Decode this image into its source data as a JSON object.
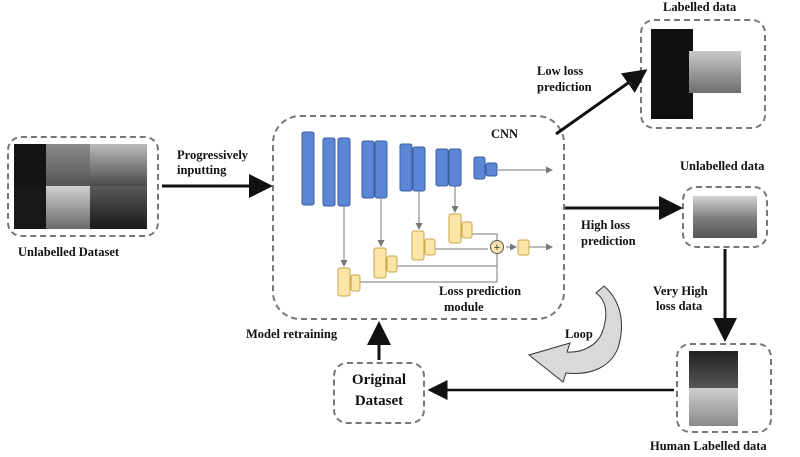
{
  "labels": {
    "unlabelled_dataset": "Unlabelled Dataset",
    "progressively_1": "Progressively",
    "progressively_2": "inputting",
    "cnn": "CNN",
    "loss_module_1": "Loss prediction",
    "loss_module_2": "module",
    "model_retraining": "Model retraining",
    "original_1": "Original",
    "original_2": "Dataset",
    "low_loss_1": "Low loss",
    "low_loss_2": "prediction",
    "labelled_data": "Labelled data",
    "unlabelled_data": "Unlabelled data",
    "high_loss_1": "High loss",
    "high_loss_2": "prediction",
    "very_high_1": "Very High",
    "very_high_2": "loss data",
    "human_labelled": "Human Labelled data",
    "loop": "Loop",
    "plus": "+"
  },
  "colors": {
    "cnn_block": "#5b87d6",
    "loss_block": "#fbe6a8",
    "dash": "#777777",
    "arrow": "#111111"
  }
}
